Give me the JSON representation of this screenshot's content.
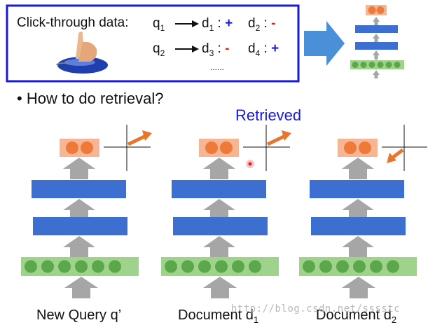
{
  "top_box": {
    "title": "Click-through data:",
    "pairs": [
      {
        "q": "q",
        "q_sub": "1",
        "d_main": "d",
        "d_main_sub": "1",
        "d_main_sign": "+",
        "d_other": "d",
        "d_other_sub": "2",
        "d_other_sign": "-"
      },
      {
        "q": "q",
        "q_sub": "2",
        "d_main": "d",
        "d_main_sub": "3",
        "d_main_sign": "-",
        "d_other": "d",
        "d_other_sub": "4",
        "d_other_sign": "+"
      }
    ],
    "ellipsis": "......"
  },
  "bullet": "• How to do retrieval?",
  "retrieved_label": "Retrieved",
  "columns": [
    {
      "caption": "New Query q’",
      "caption_sub": ""
    },
    {
      "caption": "Document d",
      "caption_sub": "1"
    },
    {
      "caption": "Document d",
      "caption_sub": "2"
    }
  ],
  "watermark": "http://blog.csdn.net/sssstc",
  "colors": {
    "box_border": "#1a1ad6",
    "plus": "#1a1ad6",
    "minus": "#e02020",
    "retrieved": "#1a1ad6",
    "big_arrow": "#4a90d9",
    "output_box": "#f7b693",
    "output_node": "#ee7a3a",
    "hidden_layer": "#3c6fd0",
    "input_box": "#9fd28a",
    "input_node": "#5aa84a",
    "gray_arrow": "#a6a6a6",
    "vector_arrow": "#e8772e"
  },
  "icons": [
    "hand-mouse-icon",
    "big-right-arrow-icon",
    "mini-network-icon",
    "vector-arrow-icon",
    "red-dot-icon"
  ]
}
